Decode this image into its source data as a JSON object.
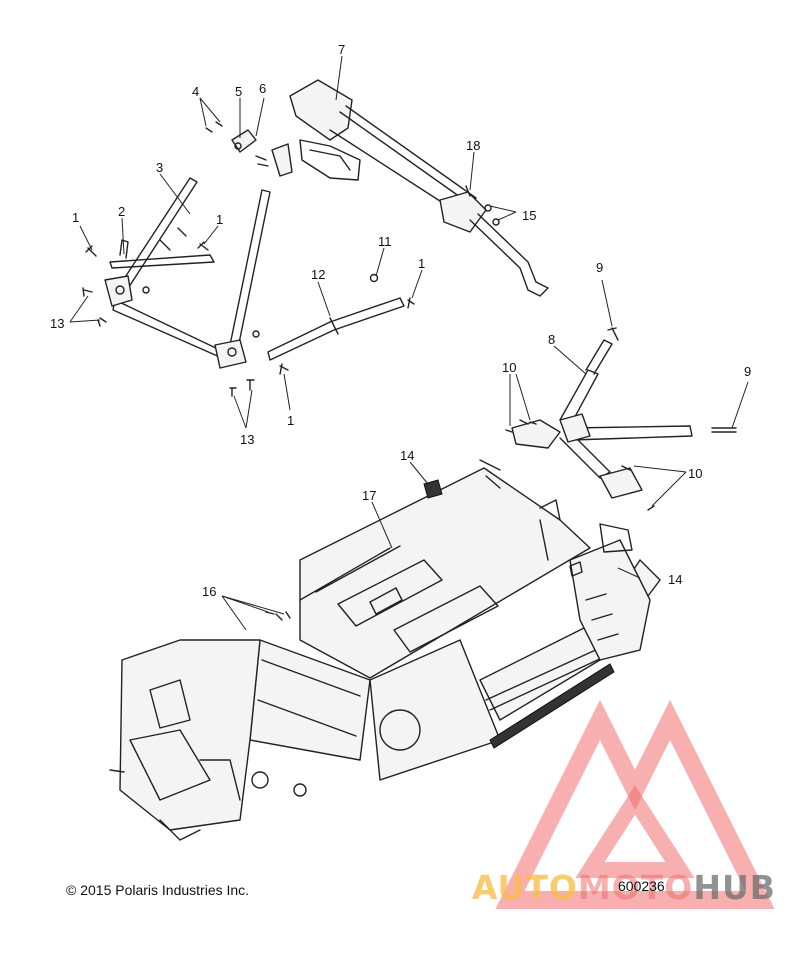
{
  "footer": {
    "copyright": "© 2015 Polaris Industries Inc.",
    "diagram_number": "600236"
  },
  "callouts": [
    "1",
    "1",
    "1",
    "1",
    "2",
    "3",
    "4",
    "5",
    "6",
    "7",
    "8",
    "9",
    "9",
    "10",
    "10",
    "11",
    "12",
    "13",
    "13",
    "14",
    "14",
    "15",
    "16",
    "17",
    "18"
  ],
  "watermark": {
    "auto": "AUTO",
    "moto": "MOTO",
    "hub": "HUB",
    "colors": {
      "auto": "#f6b640",
      "moto": "#f07070",
      "hub": "#6e6e6e"
    },
    "icon": "triangle-m-logo"
  }
}
